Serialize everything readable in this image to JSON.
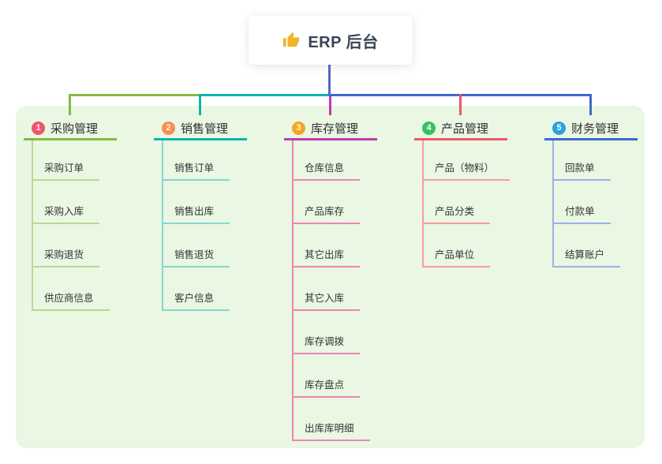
{
  "root": {
    "title": "ERP 后台",
    "icon": "thumbs-up-icon",
    "icon_color": "#f0b429",
    "text_color": "#3b4453"
  },
  "colors": {
    "canvas_background": "#ffffff",
    "panel_background": "#e9f7e3",
    "root_connector": "#5766c5",
    "node_text": "#333333"
  },
  "branches": [
    {
      "number": "1",
      "label": "采购管理",
      "badge_color": "#f4516c",
      "line_color": "#84bb3f",
      "child_line_color": "#b5da90",
      "children": [
        "采购订单",
        "采购入库",
        "采购退货",
        "供应商信息"
      ]
    },
    {
      "number": "2",
      "label": "销售管理",
      "badge_color": "#f98e4e",
      "line_color": "#0cb5ae",
      "child_line_color": "#86d7d0",
      "children": [
        "销售订单",
        "销售出库",
        "销售退货",
        "客户信息"
      ]
    },
    {
      "number": "3",
      "label": "库存管理",
      "badge_color": "#f7a51e",
      "line_color": "#c23ab0",
      "child_line_color": "#f283b5",
      "children": [
        "仓库信息",
        "产品库存",
        "其它出库",
        "其它入库",
        "库存调拨",
        "库存盘点",
        "出库库明细"
      ]
    },
    {
      "number": "4",
      "label": "产品管理",
      "badge_color": "#35c15e",
      "line_color": "#f05568",
      "child_line_color": "#f89ba3",
      "children": [
        "产品（物料）",
        "产品分类",
        "产品单位"
      ]
    },
    {
      "number": "5",
      "label": "财务管理",
      "badge_color": "#2aa1e0",
      "line_color": "#3e68cb",
      "child_line_color": "#9cb1e8",
      "children": [
        "回款单",
        "付款单",
        "结算账户"
      ]
    }
  ]
}
